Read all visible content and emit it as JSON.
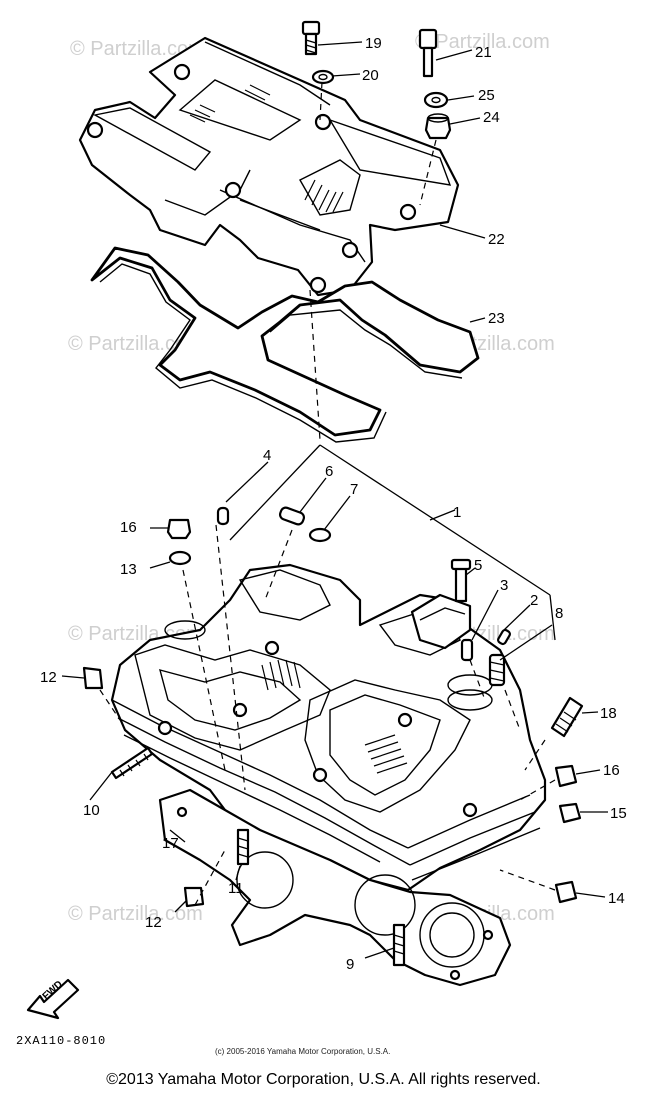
{
  "watermark": "© Partzilla.com",
  "callouts": [
    "1",
    "2",
    "3",
    "4",
    "5",
    "6",
    "7",
    "8",
    "9",
    "10",
    "11",
    "12",
    "12",
    "13",
    "14",
    "15",
    "16",
    "16",
    "17",
    "18",
    "19",
    "20",
    "21",
    "22",
    "23",
    "24",
    "25"
  ],
  "fwd_label": "FWD",
  "diagram_code": "2XA110-8010",
  "small_copyright": "(c) 2005-2016 Yamaha Motor Corporation, U.S.A.",
  "footer": "©2013 Yamaha Motor Corporation, U.S.A. All rights reserved."
}
